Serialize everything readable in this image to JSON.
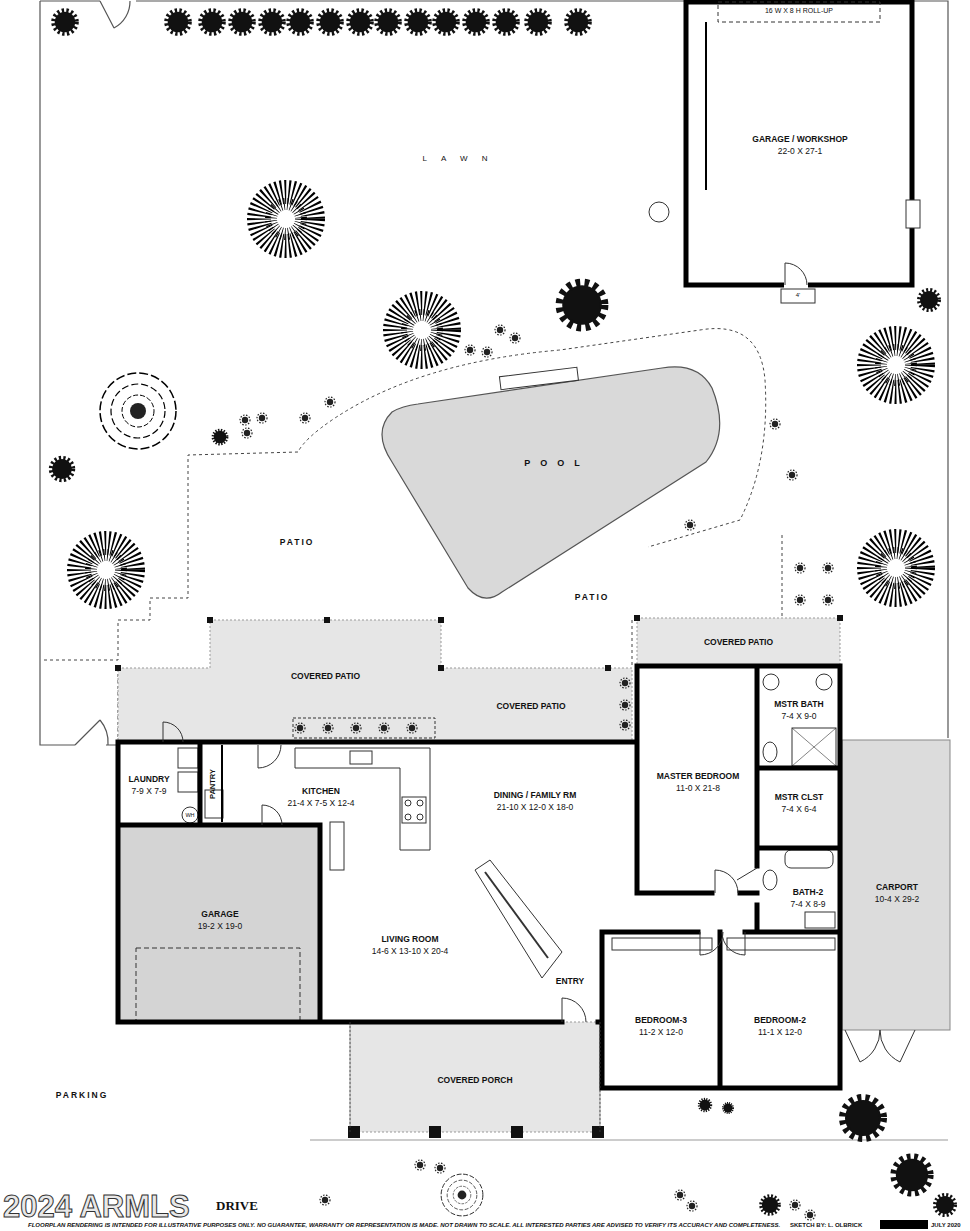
{
  "diagram": {
    "nodes": [
      {
        "text": [
          "GARAGE / WORKSHOP",
          "22-0 X 27-1"
        ]
      },
      {
        "text": [
          "POOL"
        ]
      },
      {
        "text": [
          "COVERED PATIO"
        ]
      },
      {
        "text": [
          "COVERED PATIO"
        ]
      },
      {
        "text": [
          "COVERED PATIO"
        ]
      },
      {
        "text": [
          "MSTR BATH",
          "7-4 X 9-0"
        ]
      },
      {
        "text": [
          "MASTER BEDROOM",
          "11-0 X 21-8"
        ]
      },
      {
        "text": [
          "LAUNDRY",
          "7-9 X 7-9"
        ]
      },
      {
        "text": [
          "PANTRY"
        ]
      },
      {
        "text": [
          "KITCHEN",
          "21-4 X 7-5 X 12-4"
        ]
      },
      {
        "text": [
          "DINING / FAMILY RM",
          "21-10 X 12-0 X 18-0"
        ]
      },
      {
        "text": [
          "MSTR CLST",
          "7-4 X 6-4"
        ]
      },
      {
        "text": [
          "CARPORT",
          "10-4 X 29-2"
        ]
      },
      {
        "text": [
          "BATH-2",
          "7-4 X 8-9"
        ]
      },
      {
        "text": [
          "GARAGE",
          "19-2 X 19-0"
        ]
      },
      {
        "text": [
          "LIVING ROOM",
          "14-6 X 13-10 X 20-4"
        ]
      },
      {
        "text": [
          "BEDROOM-3",
          "11-2 X 12-0"
        ]
      },
      {
        "text": [
          "BEDROOM-2",
          "11-1 X 12-0"
        ]
      },
      {
        "text": [
          "COVERED PORCH"
        ]
      }
    ],
    "labels": [
      "16 W X 8 H ROLL-UP",
      "LAWN",
      "4'",
      "PATIO",
      "PATIO",
      "WH",
      "ENTRY",
      "PARKING",
      "2024 ARMLS",
      "DRIVE",
      "FLOORPLAN RENDERING IS INTENDED FOR ILLUSTRATIVE PURPOSES ONLY. NO GUARANTEE, WARRANTY OR REPRESENTATION IS MADE. NOT DRAWN TO SCALE. ALL INTERESTED PARTIES ARE ADVISED TO VERIFY ITS ACCURACY AND COMPLETENESS.",
      "SKETCH BY: L. OLBRICK",
      "JULY 2020"
    ]
  }
}
